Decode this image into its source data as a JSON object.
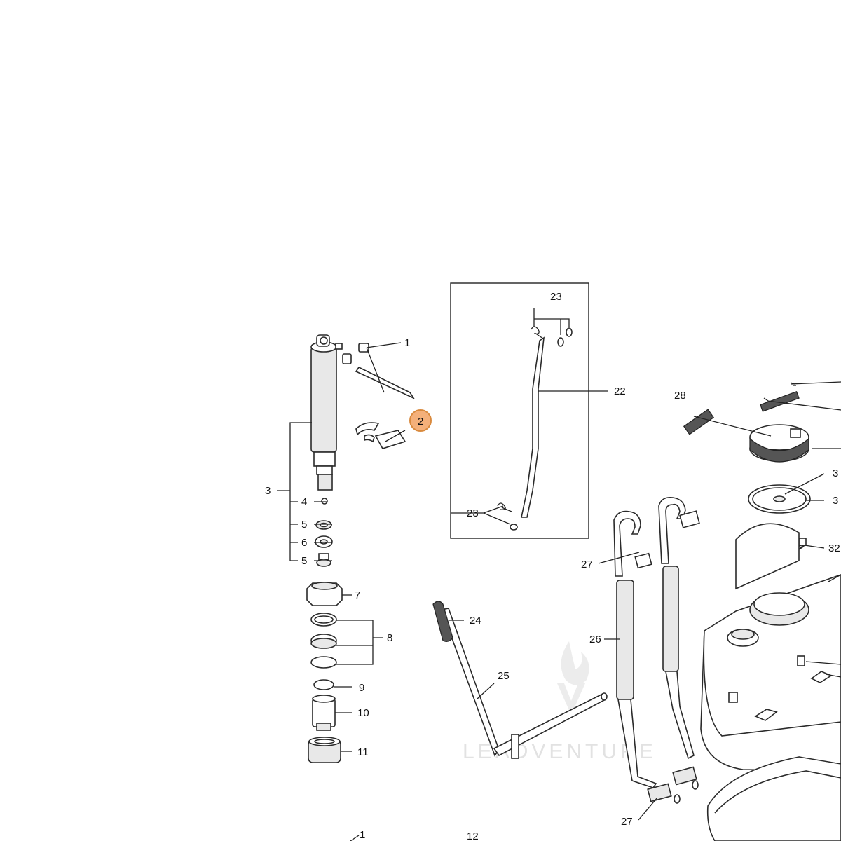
{
  "diagram": {
    "highlight_color": "#f4b07a",
    "callouts": {
      "c1_top": "1",
      "c2": "2",
      "c3": "3",
      "c4": "4",
      "c5_a": "5",
      "c6": "6",
      "c5_b": "5",
      "c7": "7",
      "c8": "8",
      "c9": "9",
      "c10": "10",
      "c11": "11",
      "c1_bottom": "1",
      "c12": "12",
      "c22": "22",
      "c23_top": "23",
      "c23_bottom": "23",
      "c24": "24",
      "c25": "25",
      "c26": "26",
      "c27_top": "27",
      "c27_bottom": "27",
      "c28": "28",
      "c3x_a": "3",
      "c3x_b": "3",
      "c32": "32"
    },
    "watermark": "LEADVENTURE"
  }
}
